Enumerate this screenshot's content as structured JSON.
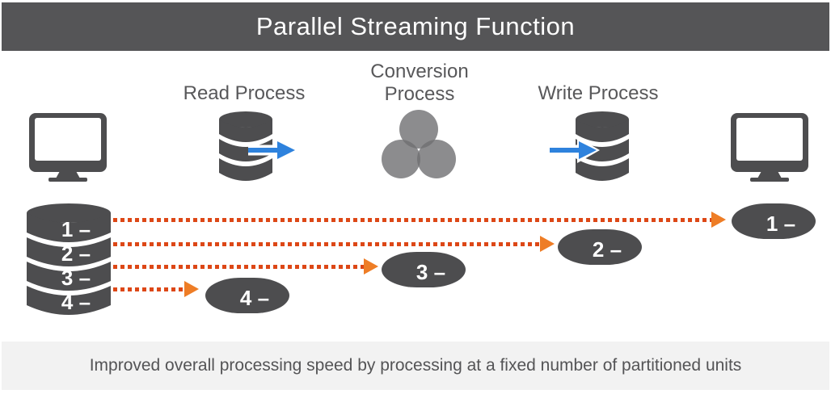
{
  "title_bar": {
    "label": "Parallel Streaming Function"
  },
  "stages": {
    "read": {
      "label": "Read Process"
    },
    "conversion": {
      "label": "Conversion Process"
    },
    "write": {
      "label": "Write Process"
    }
  },
  "source_stack": {
    "partitions": [
      {
        "label": "1 –"
      },
      {
        "label": "2 –"
      },
      {
        "label": "3 –"
      },
      {
        "label": "4 –"
      }
    ]
  },
  "streams": [
    {
      "partition": "1",
      "disk_label": "1 –"
    },
    {
      "partition": "2",
      "disk_label": "2 –"
    },
    {
      "partition": "3",
      "disk_label": "3 –"
    },
    {
      "partition": "4",
      "disk_label": "4 –"
    }
  ],
  "footer": {
    "caption": "Improved overall processing speed by processing at a fixed number of partitioned units"
  },
  "colors": {
    "header_bg": "#555557",
    "footer_bg": "#f2f2f2",
    "dark_gray": "#4d4d4f",
    "venn_gray": "#6f6f72",
    "dot_line_red": "#dd4716",
    "arrow_orange": "#ee7d26",
    "process_arrow_blue": "#2e82dd",
    "label_text": "#58585a",
    "title_text": "#ffffff"
  }
}
